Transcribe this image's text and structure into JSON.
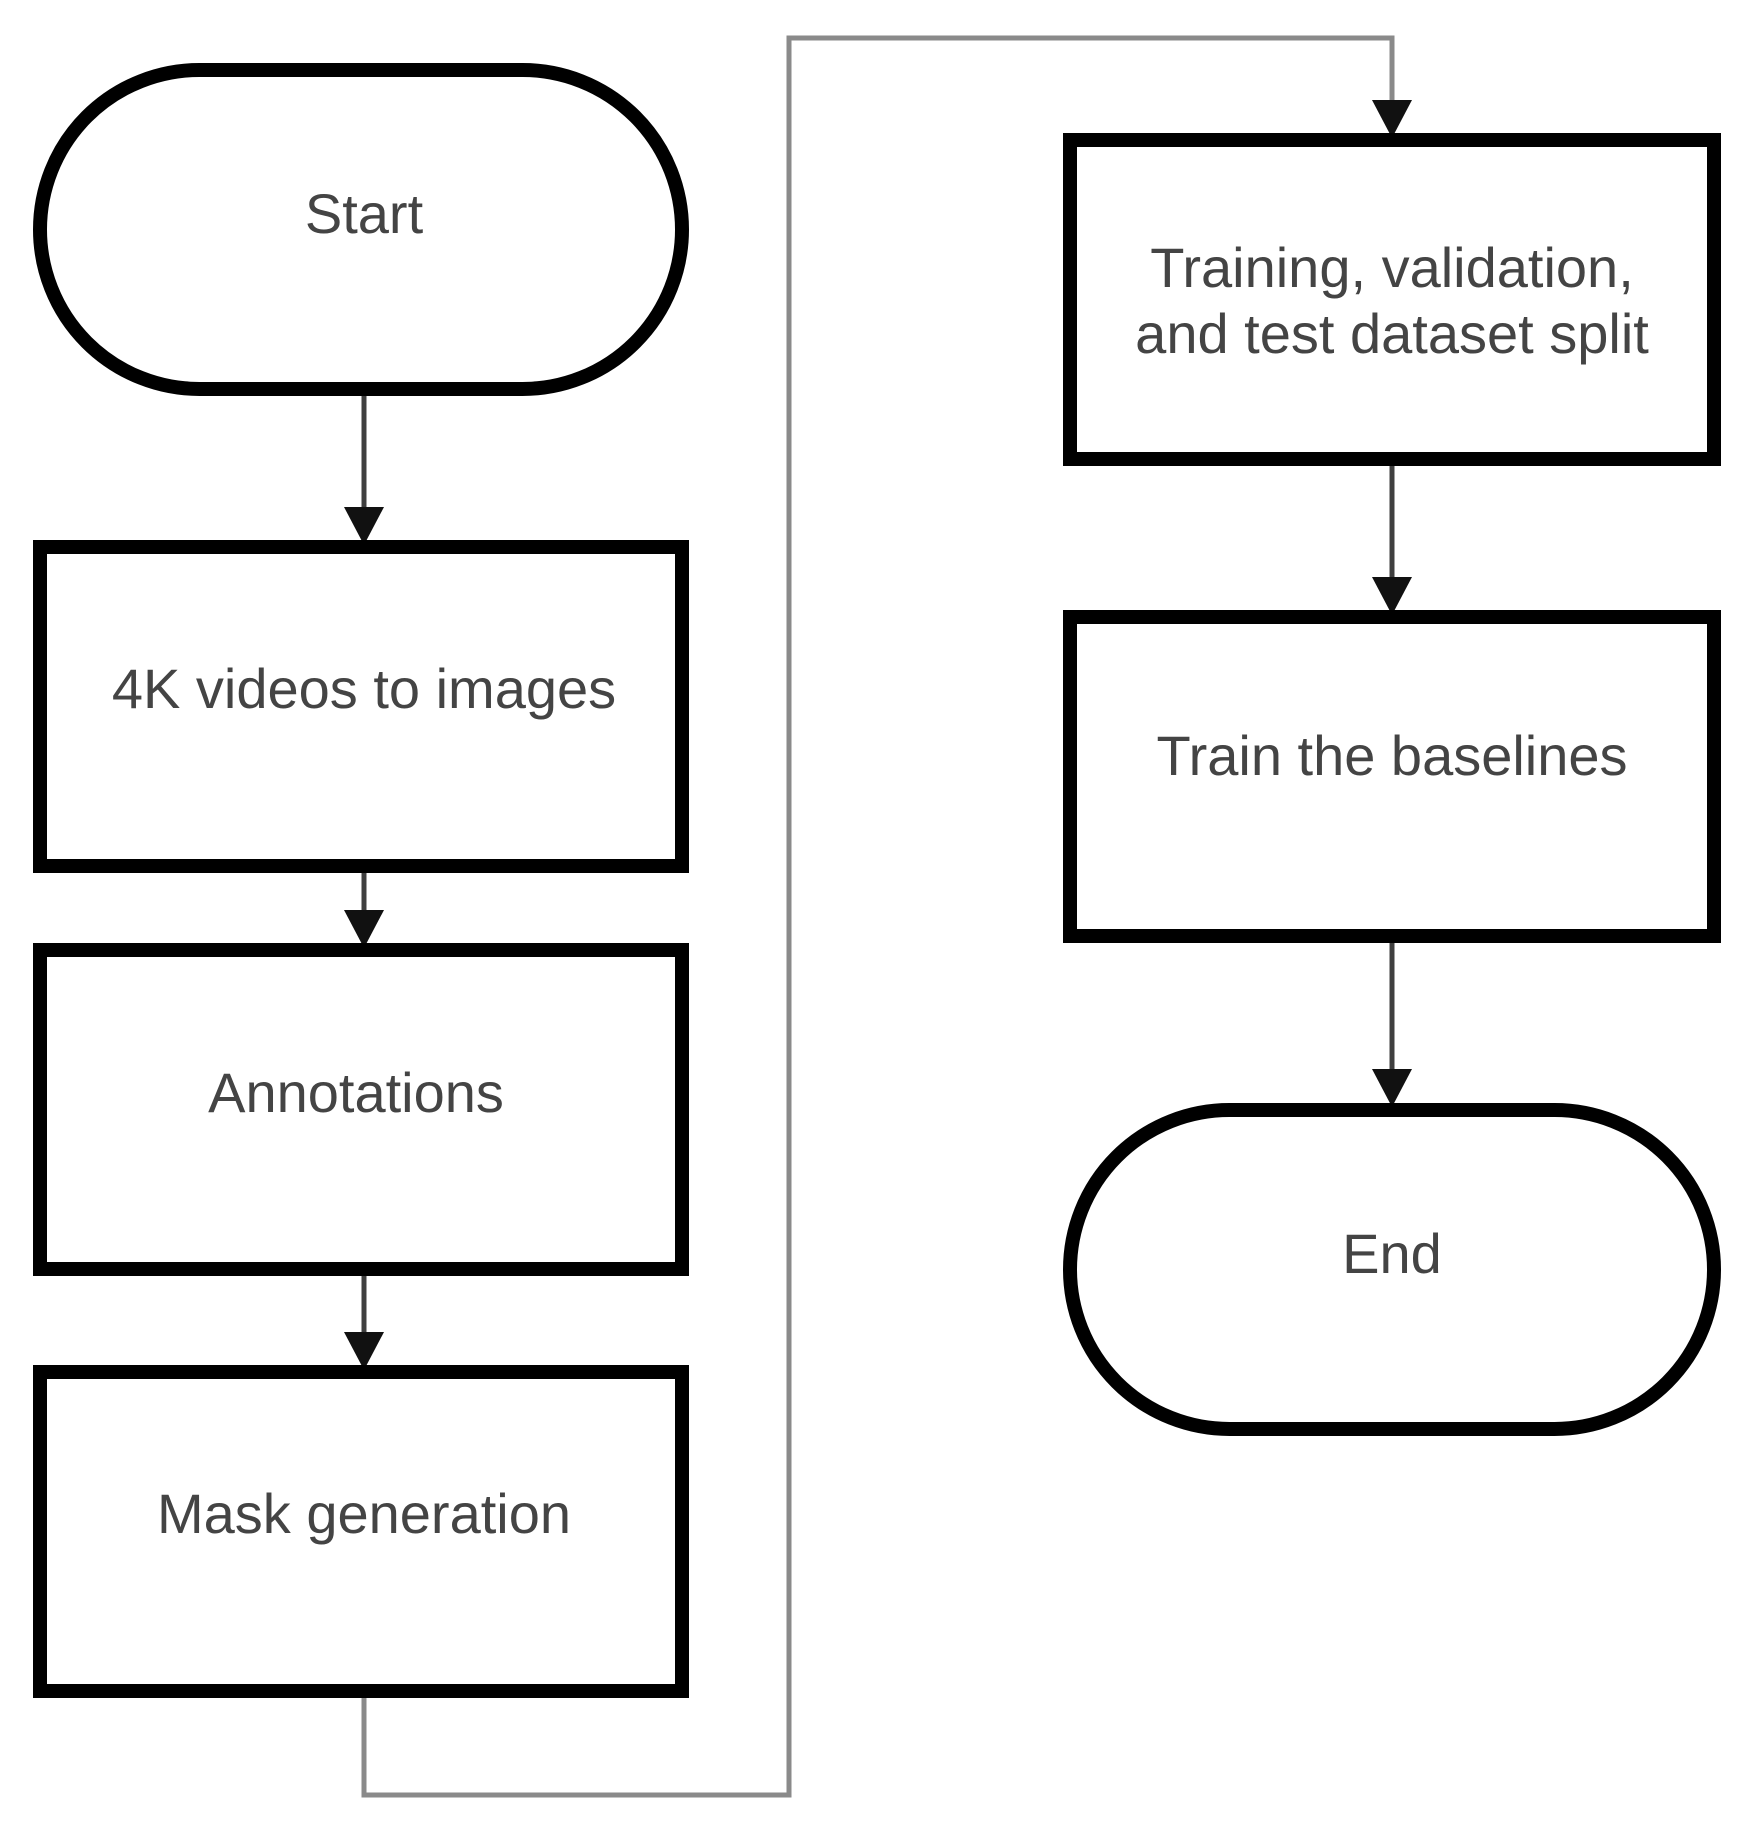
{
  "diagram": {
    "nodes": {
      "start": {
        "label": "Start",
        "shape": "terminator"
      },
      "videos_to_images": {
        "label": "4K videos to images",
        "shape": "process"
      },
      "annotations": {
        "label": "Annotations",
        "shape": "process"
      },
      "mask_generation": {
        "label": "Mask generation",
        "shape": "process"
      },
      "dataset_split": {
        "label_line1": "Training, validation,",
        "label_line2": "and test dataset split",
        "shape": "process"
      },
      "train_baselines": {
        "label": "Train the baselines",
        "shape": "process"
      },
      "end": {
        "label": "End",
        "shape": "terminator"
      }
    },
    "edges": [
      {
        "from": "start",
        "to": "videos_to_images"
      },
      {
        "from": "videos_to_images",
        "to": "annotations"
      },
      {
        "from": "annotations",
        "to": "mask_generation"
      },
      {
        "from": "mask_generation",
        "to": "dataset_split"
      },
      {
        "from": "dataset_split",
        "to": "train_baselines"
      },
      {
        "from": "train_baselines",
        "to": "end"
      }
    ],
    "colors": {
      "shape_border": "#000000",
      "text": "#444444",
      "connector": "#3f3f3f",
      "long_connector": "#8a8a8a",
      "background": "#ffffff"
    }
  }
}
